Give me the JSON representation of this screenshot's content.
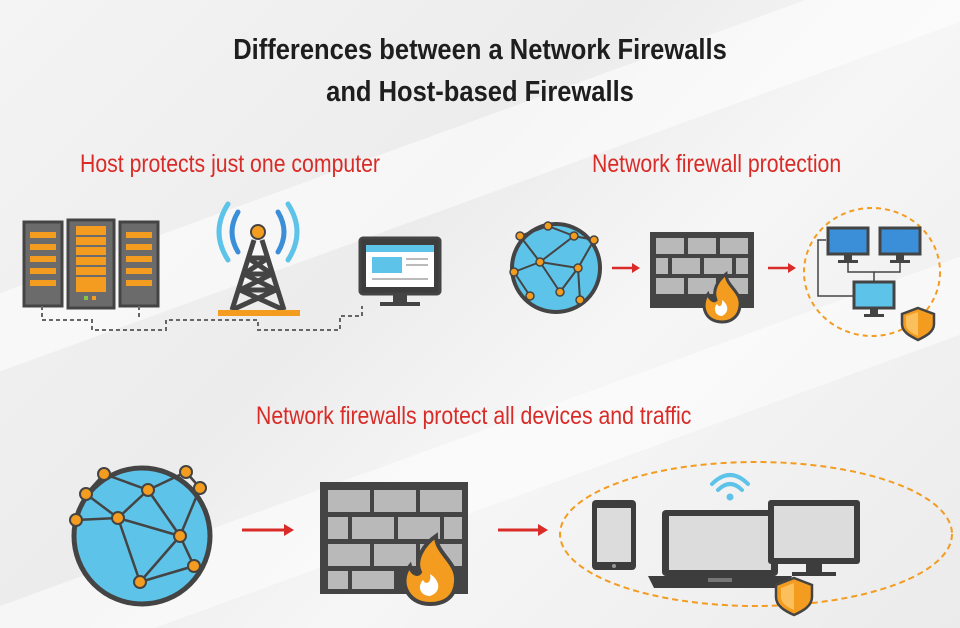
{
  "title": {
    "line1": "Differences between a Network Firewalls",
    "line2": "and Host-based Firewalls"
  },
  "sections": {
    "host": {
      "label": "Host protects just one computer"
    },
    "network_protection": {
      "label": "Network firewall protection"
    },
    "all_devices": {
      "label": "Network firewalls protect all devices and traffic"
    }
  },
  "colors": {
    "heading": "#1e1e1e",
    "label_red": "#d92b27",
    "arrow_red": "#d92b27",
    "outline": "#444444",
    "orange": "#f39c1f",
    "globe_blue": "#5ec3e8",
    "screen_blue": "#3a8fd8",
    "brick_gray": "#b9b9b9"
  },
  "icons": [
    "server-rack-icon",
    "radio-tower-icon",
    "monitor-icon",
    "globe-network-icon",
    "firewall-brick-icon",
    "fire-icon",
    "shield-icon",
    "computer-network-icon",
    "tablet-icon",
    "laptop-icon",
    "wifi-icon"
  ]
}
